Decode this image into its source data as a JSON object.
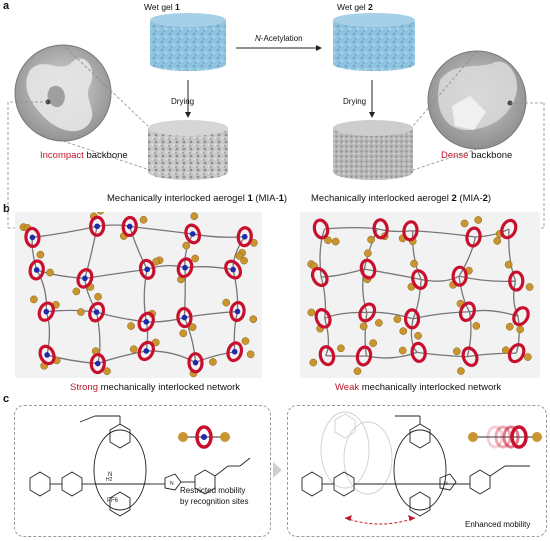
{
  "panels": {
    "a": "a",
    "b": "b",
    "c": "c"
  },
  "panel_a": {
    "wet_gel_1": {
      "prefix": "Wet gel ",
      "num": "1"
    },
    "wet_gel_2": {
      "prefix": "Wet gel ",
      "num": "2"
    },
    "acetylation": {
      "italic": "N",
      "rest": "-Acetylation"
    },
    "drying_left": "Drying",
    "drying_right": "Drying",
    "left_backbone": {
      "red": "Incompact",
      "rest": " backbone"
    },
    "right_backbone": {
      "red": "Dense",
      "rest": " backbone"
    },
    "aerogel_1": {
      "pre": "Mechanically interlocked aerogel ",
      "num": "1",
      "mid": " (MIA-",
      "num2": "1",
      "post": ")"
    },
    "aerogel_2": {
      "pre": "Mechanically interlocked aerogel ",
      "num": "2",
      "mid": " (MIA-",
      "num2": "2",
      "post": ")"
    }
  },
  "panel_b": {
    "left_caption": {
      "red": "Strong",
      "rest": " mechanically interlocked network"
    },
    "right_caption": {
      "red": "Weak",
      "rest": " mechanically interlocked network"
    }
  },
  "panel_c": {
    "left_note_1": "Restricted mobility",
    "left_note_2": "by recognition sites",
    "right_note": "Enhanced mobility",
    "counterion": "PF6",
    "ammonium": "H2"
  },
  "colors": {
    "gel_blue": "#8fc3df",
    "aerogel_gray": "#bdbdbd",
    "ring_red": "#c8102e",
    "bead_gold": "#c9952e",
    "bead_blue": "#1f2aa8",
    "accent_red": "#c0152a"
  }
}
